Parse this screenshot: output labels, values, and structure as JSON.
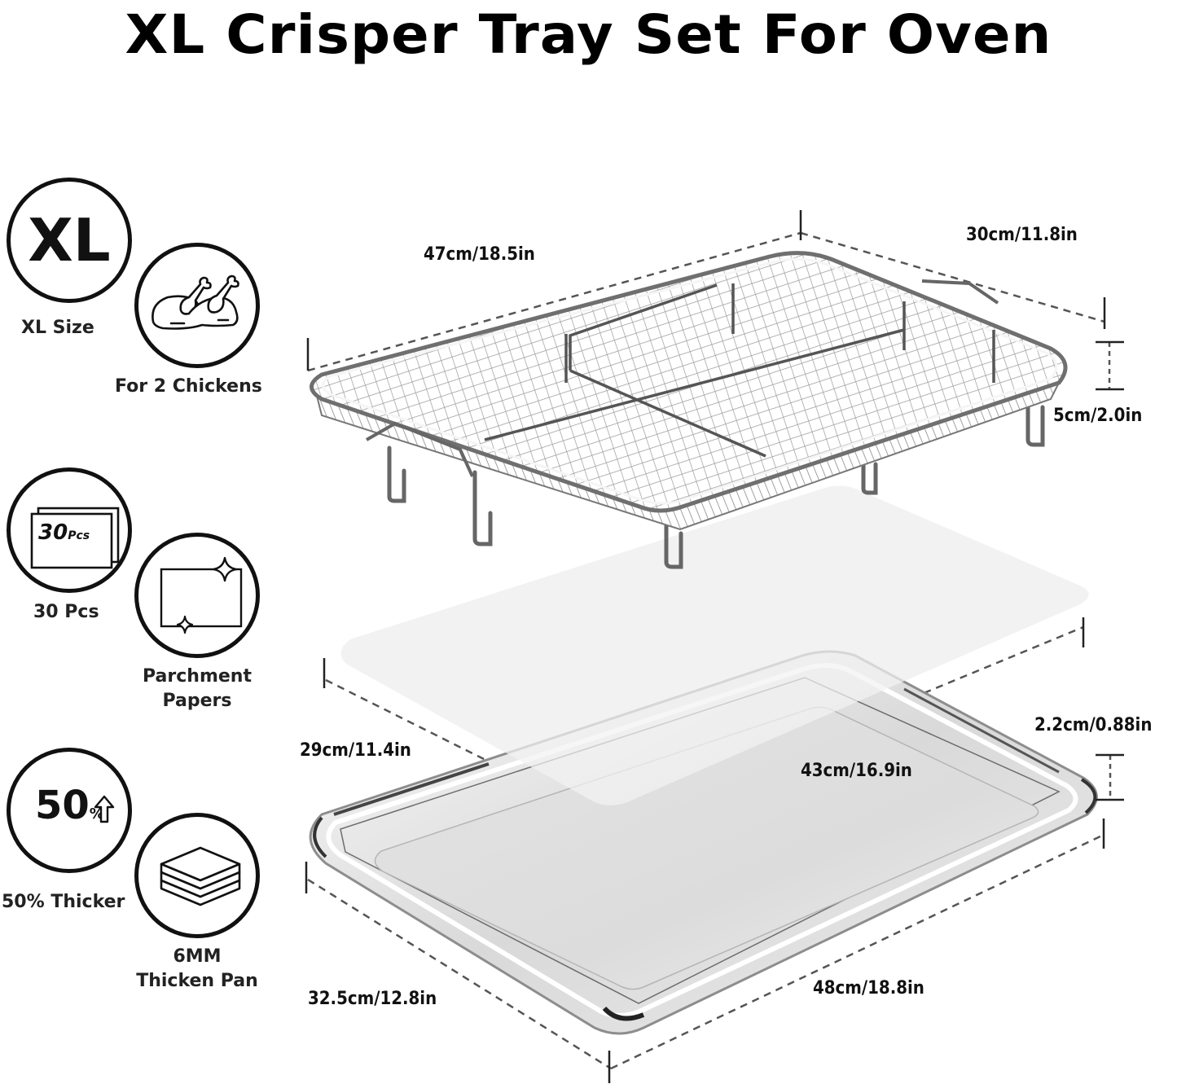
{
  "title": "XL Crisper Tray Set For Oven",
  "features": [
    {
      "id": "xl-size",
      "icon": "xl-icon",
      "icon_text": "XL",
      "label": "XL Size"
    },
    {
      "id": "two-chickens",
      "icon": "chicken-icon",
      "label": "For 2 Chickens"
    },
    {
      "id": "thirty-pcs",
      "icon": "paper-stack-icon",
      "icon_text_num": "30",
      "icon_text_unit": "Pcs",
      "label": "30 Pcs"
    },
    {
      "id": "parchment",
      "icon": "parchment-sparkle-icon",
      "label_line1": "Parchment",
      "label_line2": "Papers"
    },
    {
      "id": "thicker",
      "icon": "fifty-percent-up-icon",
      "icon_text_num": "50",
      "icon_text_unit": "%",
      "label": "50% Thicker"
    },
    {
      "id": "thicken-pan",
      "icon": "layers-icon",
      "label_line1": "6MM",
      "label_line2": "Thicken Pan"
    }
  ],
  "dimensions": {
    "basket_length": "47cm/18.5in",
    "basket_width": "30cm/11.8in",
    "basket_height": "5cm/2.0in",
    "paper_width": "29cm/11.4in",
    "paper_length": "43cm/16.9in",
    "pan_height": "2.2cm/0.88in",
    "pan_width": "32.5cm/12.8in",
    "pan_length": "48cm/18.8in"
  },
  "colors": {
    "text": "#111111",
    "steel_light": "#f2f2f2",
    "steel_mid": "#c8c8c8",
    "steel_dark": "#7a7a7a",
    "parchment": "#f0f0f0",
    "dash": "#555555"
  }
}
